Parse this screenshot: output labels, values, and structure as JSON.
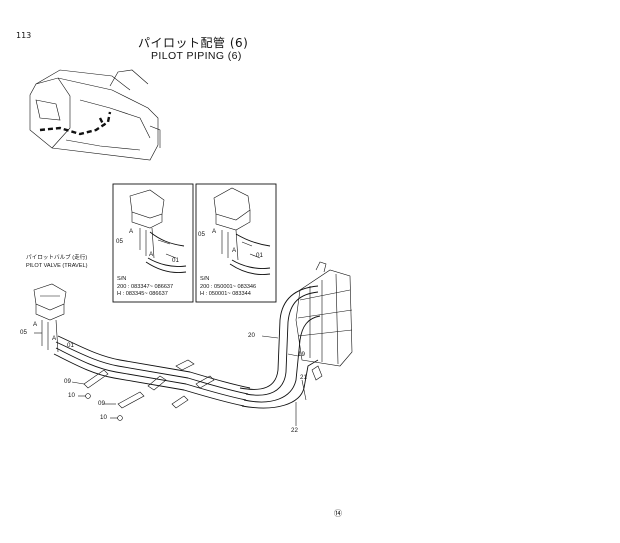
{
  "page": {
    "number": "113"
  },
  "title": {
    "japanese": "パイロット配管 (6)",
    "english": "PILOT PIPING (6)"
  },
  "callouts": {
    "valve_label_jp": "パイロットバルブ (走行)",
    "valve_label_en": "PILOT VALVE (TRAVEL)",
    "inset_left": {
      "sn_heading": "S/N",
      "sn_line1": "200 : 083347~ 086637",
      "sn_line2": "H    : 083345~ 086637",
      "part_05": "05",
      "part_01": "01",
      "letter_a1": "A",
      "letter_a2": "A"
    },
    "inset_right": {
      "sn_heading": "S/N",
      "sn_line1": "200 : 050001~ 083346",
      "sn_line2": "H    : 050001~ 083344",
      "part_05": "05",
      "part_01": "01",
      "letter_a1": "A",
      "letter_a2": "A"
    },
    "main": {
      "part_05": "05",
      "part_01": "01",
      "letter_a1": "A",
      "letter_a2": "A",
      "part_09a": "09",
      "part_10a": "10",
      "part_09b": "09",
      "part_10b": "10",
      "part_20": "20",
      "part_19": "19",
      "part_21": "21",
      "part_22": "22"
    },
    "footer_mark": "⑭"
  }
}
